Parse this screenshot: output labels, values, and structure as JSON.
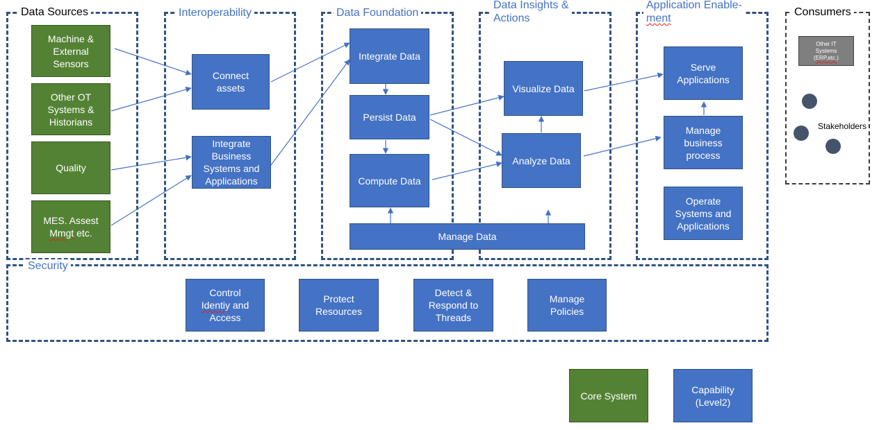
{
  "sections": {
    "data_sources": "Data Sources",
    "interoperability": "Interoperability",
    "data_foundation": "Data Foundation",
    "data_insights": "Data Insights &\nActions",
    "app_enable_1": "Application Enable-",
    "app_enable_2": "ment",
    "consumers": "Consumers",
    "security": "Security"
  },
  "sources": {
    "machine": "Machine &\nExternal\nSensors",
    "other_ot": "Other OT\nSystems &\nHistorians",
    "quality": "Quality",
    "mes_1": "MES. Assest",
    "mes_2": "Mmgt",
    "mes_3": " etc."
  },
  "interop": {
    "connect": "Connect\nassets",
    "integrate_business": "Integrate\nBusiness\nSystems and\nApplications"
  },
  "foundation": {
    "integrate": "Integrate Data",
    "persist": "Persist Data",
    "compute": "Compute Data",
    "manage": "Manage Data"
  },
  "insights": {
    "visualize": "Visualize Data",
    "analyze": "Analyze Data"
  },
  "enablement": {
    "serve": "Serve\nApplications",
    "manage_bp": "Manage\nbusiness\nprocess",
    "operate": "Operate\nSystems and\nApplications"
  },
  "consumers": {
    "other_it_1": "Other IT\nSystems\n(",
    "other_it_2": "ERP,etc.",
    "other_it_3": ")",
    "stakeholders": "Stakeholders"
  },
  "security": {
    "control_1": "Control\n",
    "control_2": "Identiy",
    "control_3": " and\nAccess",
    "protect": "Protect\nResources",
    "detect": "Detect &\nRespond to\nThreads",
    "policies": "Manage\nPolicies"
  },
  "legend": {
    "core": "Core System",
    "capability": "Capability\n(Level2)"
  },
  "colors": {
    "capability_blue": "#4472c4",
    "core_green": "#548235",
    "frame_blue": "#2f5380",
    "other_it_grey": "#7f7f7f",
    "stakeholder_dot": "#44546a"
  }
}
